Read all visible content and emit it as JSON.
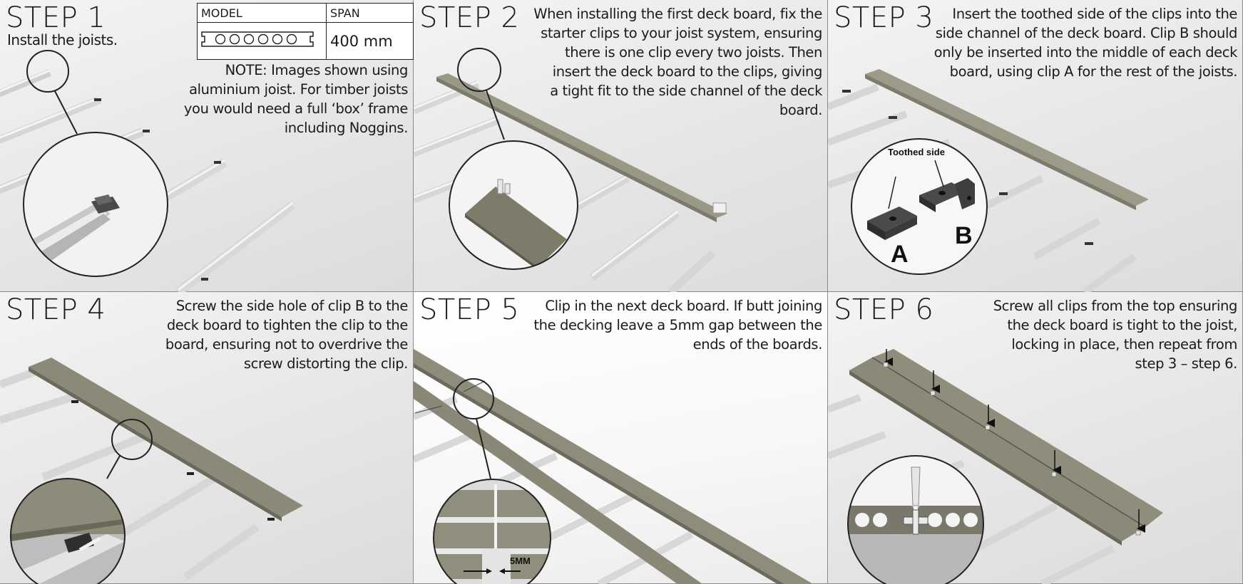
{
  "steps": [
    {
      "title": "STEP 1",
      "subtitle": "Install the joists.",
      "spec_table": {
        "headers": [
          "MODEL",
          "SPAN"
        ],
        "span_value": "400 mm"
      },
      "note": "NOTE: Images shown using\naluminium joist. For timber joists\nyou would need a full ‘box’ frame\nincluding Noggins."
    },
    {
      "title": "STEP 2",
      "description": "When installing the first deck board, fix the\nstarter clips to your joist system, ensuring\nthere is one clip every two joists. Then\ninsert the deck board to the clips, giving\na tight fit to the side channel of the deck\nboard."
    },
    {
      "title": "STEP 3",
      "description": "Insert the toothed side of the clips into the\nside channel of the deck board. Clip B should\nonly be inserted into the middle of each deck\nboard, using clip A for the rest of the joists.",
      "callouts": {
        "toothed_side": "Toothed side",
        "clip_a": "A",
        "clip_b": "B"
      }
    },
    {
      "title": "STEP 4",
      "description": "Screw the side hole of clip B to the\ndeck board to tighten the clip to the\nboard, ensuring not to overdrive the\nscrew distorting the clip."
    },
    {
      "title": "STEP 5",
      "description": "Clip in the next deck board. If butt joining\nthe decking leave a 5mm gap between the\nends of the boards.",
      "callouts": {
        "gap_label": "5MM"
      }
    },
    {
      "title": "STEP 6",
      "description": "Screw all clips from the top ensuring\nthe deck board is tight to the joist,\nlocking in place, then repeat from\nstep 3 – step 6."
    }
  ],
  "colors": {
    "deck_board": "#8e8c7a",
    "deck_board_dark": "#6f6d5e",
    "joist": "#e2e2e2",
    "clip": "#3a3a3a",
    "text": "#1a1a1a"
  }
}
